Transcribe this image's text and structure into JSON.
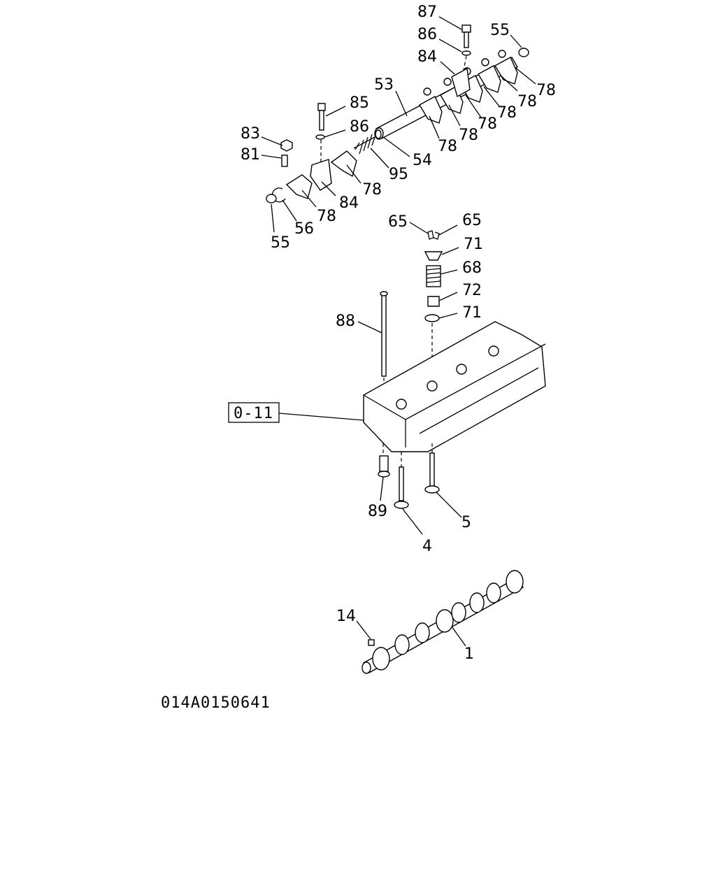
{
  "drawing_number": "014A0150641",
  "reference_box": "0-11",
  "callouts": [
    {
      "id": "c87",
      "label": "87"
    },
    {
      "id": "c86a",
      "label": "86"
    },
    {
      "id": "c55a",
      "label": "55"
    },
    {
      "id": "c84a",
      "label": "84"
    },
    {
      "id": "c53",
      "label": "53"
    },
    {
      "id": "c78a",
      "label": "78"
    },
    {
      "id": "c78b",
      "label": "78"
    },
    {
      "id": "c78c",
      "label": "78"
    },
    {
      "id": "c78d",
      "label": "78"
    },
    {
      "id": "c78e",
      "label": "78"
    },
    {
      "id": "c78f",
      "label": "78"
    },
    {
      "id": "c85",
      "label": "85"
    },
    {
      "id": "c86b",
      "label": "86"
    },
    {
      "id": "c83",
      "label": "83"
    },
    {
      "id": "c81",
      "label": "81"
    },
    {
      "id": "c54",
      "label": "54"
    },
    {
      "id": "c95",
      "label": "95"
    },
    {
      "id": "c78g",
      "label": "78"
    },
    {
      "id": "c84b",
      "label": "84"
    },
    {
      "id": "c78h",
      "label": "78"
    },
    {
      "id": "c56",
      "label": "56"
    },
    {
      "id": "c55b",
      "label": "55"
    },
    {
      "id": "c65a",
      "label": "65"
    },
    {
      "id": "c65b",
      "label": "65"
    },
    {
      "id": "c71a",
      "label": "71"
    },
    {
      "id": "c68",
      "label": "68"
    },
    {
      "id": "c72",
      "label": "72"
    },
    {
      "id": "c71b",
      "label": "71"
    },
    {
      "id": "c88",
      "label": "88"
    },
    {
      "id": "c89",
      "label": "89"
    },
    {
      "id": "c4",
      "label": "4"
    },
    {
      "id": "c5",
      "label": "5"
    },
    {
      "id": "c14",
      "label": "14"
    },
    {
      "id": "c1",
      "label": "1"
    }
  ]
}
